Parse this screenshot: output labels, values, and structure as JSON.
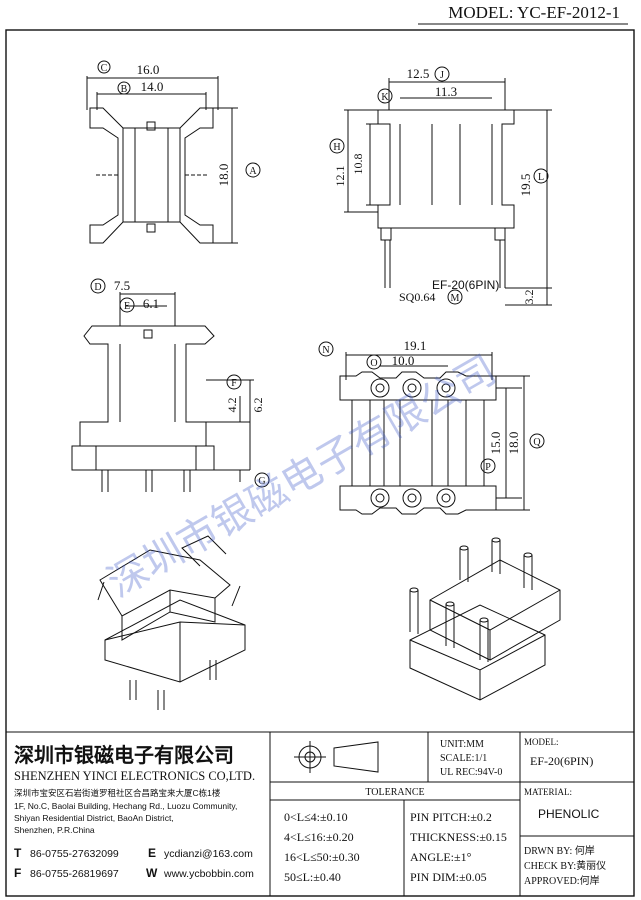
{
  "model_header": "MODEL: YC-EF-2012-1",
  "watermark": "深圳市银磁电子有限公司",
  "dims": {
    "c": "C",
    "c_val": "16.0",
    "b": "B",
    "b_val": "14.0",
    "a": "A",
    "a_val": "18.0",
    "j": "J",
    "j_val": "12.5",
    "k": "K",
    "k_val": "11.3",
    "h": "H",
    "h_val": "10.8",
    "i_val": "12.1",
    "l": "L",
    "l_val": "19.5",
    "ef_label": "EF-20(6PIN)",
    "m_val": "SQ0.64",
    "m": "M",
    "m_dim": "3.2",
    "d": "D",
    "d_val": "7.5",
    "e": "E",
    "e_val": "6.1",
    "f": "F",
    "f_val": "4.2",
    "f2_val": "6.2",
    "g": "G",
    "n": "N",
    "n_val": "19.1",
    "o": "O",
    "o_val": "10.0",
    "p": "P",
    "p_val": "15.0",
    "q": "Q",
    "q_val": "18.0"
  },
  "company": {
    "name_cn": "深圳市银磁电子有限公司",
    "name_en": "SHENZHEN YINCI ELECTRONICS CO,LTD.",
    "addr_cn": "深圳市宝安区石岩街道罗租社区合昌路宝来大厦C栋1楼",
    "addr_en1": "1F, No.C, Baolai Building, Hechang Rd., Luozu Community,",
    "addr_en2": "Shiyan Residential District, BaoAn District,",
    "addr_en3": "Shenzhen, P.R.China",
    "tel_label": "T",
    "tel": "86-0755-27632099",
    "fax_label": "F",
    "fax": "86-0755-26819697",
    "email_label": "E",
    "email": "ycdianzi@163.com",
    "web_label": "W",
    "web": "www.ycbobbin.com"
  },
  "unit": "UNIT:MM",
  "scale": "SCALE:1/1",
  "ul": "UL REC:94V-0",
  "model_label": "MODEL:",
  "model_value": "EF-20(6PIN)",
  "tolerance_title": "TOLERANCE",
  "tol": [
    "0<L≤4:±0.10",
    "4<L≤16:±0.20",
    "16<L≤50:±0.30",
    "50≤L:±0.40"
  ],
  "pin_specs": [
    "PIN PITCH:±0.2",
    "THICKNESS:±0.15",
    "ANGLE:±1°",
    "PIN DIM:±0.05"
  ],
  "material_label": "MATERIAL:",
  "material_value": "PHENOLIC",
  "drwn": "DRWN BY: 何岸",
  "check": "CHECK BY:黄丽仪",
  "approved": "APPROVED:何岸"
}
